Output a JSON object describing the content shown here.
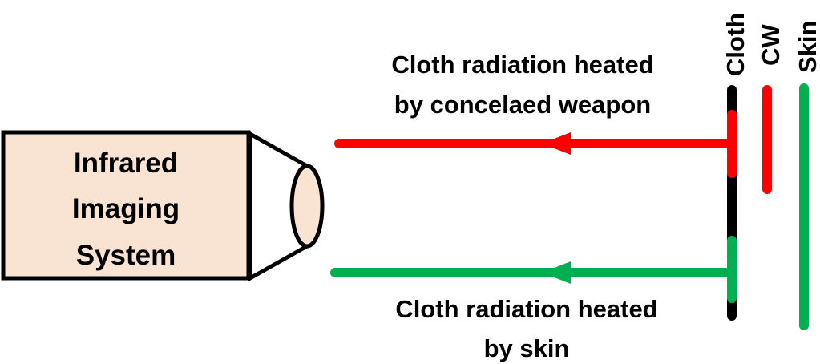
{
  "camera": {
    "label_lines": [
      "Infrared",
      "Imaging",
      "System"
    ]
  },
  "layers": {
    "cloth": "Cloth",
    "cw": "CW",
    "skin": "Skin"
  },
  "rays": {
    "weapon": {
      "label_lines": [
        "Cloth radiation heated",
        "by concelaed weapon"
      ]
    },
    "skin": {
      "label_lines": [
        "Cloth radiation heated",
        "by skin"
      ]
    }
  },
  "colors": {
    "camera_fill": "#f9e4d4",
    "weapon": "#ff0000",
    "skin": "#00b050",
    "cloth": "#000000"
  }
}
